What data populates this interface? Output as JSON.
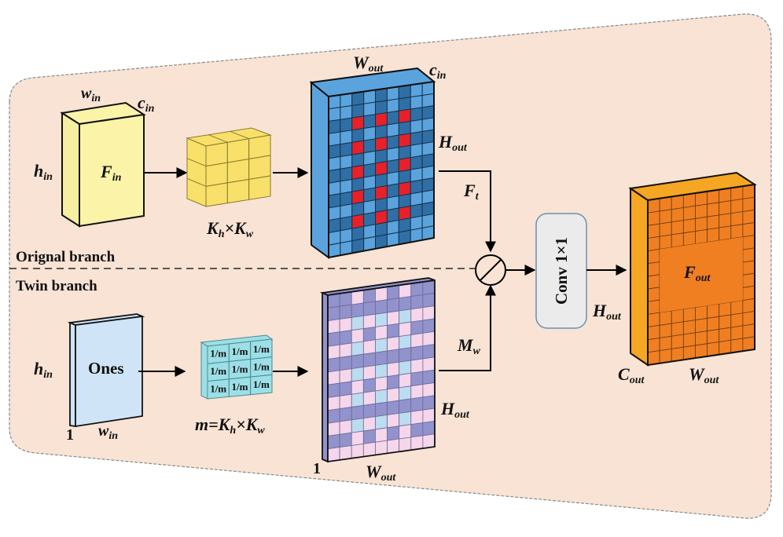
{
  "colors": {
    "panel_fill": "#f8e3d4",
    "panel_stroke": "#8a8a8a",
    "input_front": "#fbf4a8",
    "input_side": "#f6eea0",
    "kernel_fill": "#f8e06a",
    "blue_light": "#5ba3dd",
    "blue_dark": "#2f6fa5",
    "blue_red": "#e8202a",
    "ones_fill": "#cfe5f7",
    "one_over_m_fill": "#9ddfe6",
    "mask_purple": "#9292cc",
    "mask_pink": "#f5d6ea",
    "mask_light_blue": "#bcdcef",
    "conv_fill": "#ebebeb",
    "conv_stroke": "#6a8fb3",
    "out_front": "#f07f22",
    "out_side": "#f5a623",
    "arrow": "#000000"
  },
  "branches": {
    "original": "Orignal branch",
    "twin": "Twin branch"
  },
  "original_branch": {
    "input_block": {
      "label_main": "F",
      "label_sub": "in",
      "width_label": "w",
      "width_sub": "in",
      "channel_label": "c",
      "channel_sub": "in",
      "height_label": "h",
      "height_sub": "in"
    },
    "kernel": {
      "rows": 3,
      "cols": 3,
      "label_a": "K",
      "sub_a": "h",
      "times": "×",
      "label_b": "K",
      "sub_b": "w"
    },
    "feature_map": {
      "rows": 13,
      "cols": 9,
      "width_label": "W",
      "width_sub": "out",
      "channel_label": "c",
      "channel_sub": "in",
      "height_label": "H",
      "height_sub": "out"
    },
    "output_arrow_label": {
      "main": "F",
      "sub": "t"
    }
  },
  "twin_branch": {
    "ones_block": {
      "label": "Ones",
      "height_label": "h",
      "height_sub": "in",
      "width_label": "w",
      "width_sub": "in",
      "depth_label": "1"
    },
    "mean_kernel": {
      "rows": 3,
      "cols": 3,
      "cell_text": "1/m",
      "formula_prefix": "m=",
      "label_a": "K",
      "sub_a": "h",
      "times": "×",
      "label_b": "K",
      "sub_b": "w"
    },
    "mask_map": {
      "rows": 13,
      "cols": 9,
      "height_label": "H",
      "height_sub": "out",
      "width_label": "W",
      "width_sub": "out",
      "depth_label": "1"
    },
    "output_arrow_label": {
      "main": "M",
      "sub": "w"
    }
  },
  "operator": {
    "name": "division",
    "symbol": "⊘"
  },
  "conv": {
    "label": "Conv 1×1",
    "height_label": "H",
    "height_sub": "out"
  },
  "output": {
    "label_main": "F",
    "label_sub": "out",
    "rows": 13,
    "cols": 9,
    "channel_label": "C",
    "channel_sub": "out",
    "width_label": "W",
    "width_sub": "out"
  }
}
